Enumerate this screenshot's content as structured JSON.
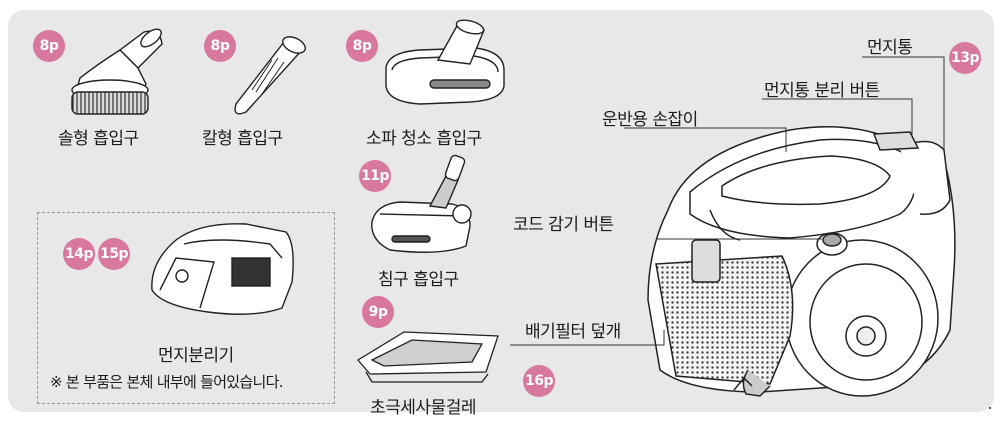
{
  "accent_color": "#d9789f",
  "badges": {
    "brush": "8p",
    "crevice": "8p",
    "sofa": "8p",
    "bed": "11p",
    "wet_cloth": "9p",
    "separator_a": "14p",
    "separator_b": "15p",
    "vent_cover": "16p",
    "dust_bin": "13p"
  },
  "labels": {
    "brush_nozzle": "솔형 흡입구",
    "crevice_nozzle": "칼형 흡입구",
    "sofa_nozzle": "소파 청소 흡입구",
    "bed_nozzle": "침구 흡입구",
    "wet_cloth": "초극세사물걸레",
    "dust_separator": "먼지분리기",
    "separator_note": "※ 본 부품은 본체 내부에 들어있습니다.",
    "dust_bin": "먼지통",
    "bin_release_button": "먼지통 분리 버튼",
    "carry_handle": "운반용 손잡이",
    "cord_rewind_button": "코드 감기 버튼",
    "exhaust_filter_cover": "배기필터 덮개"
  }
}
